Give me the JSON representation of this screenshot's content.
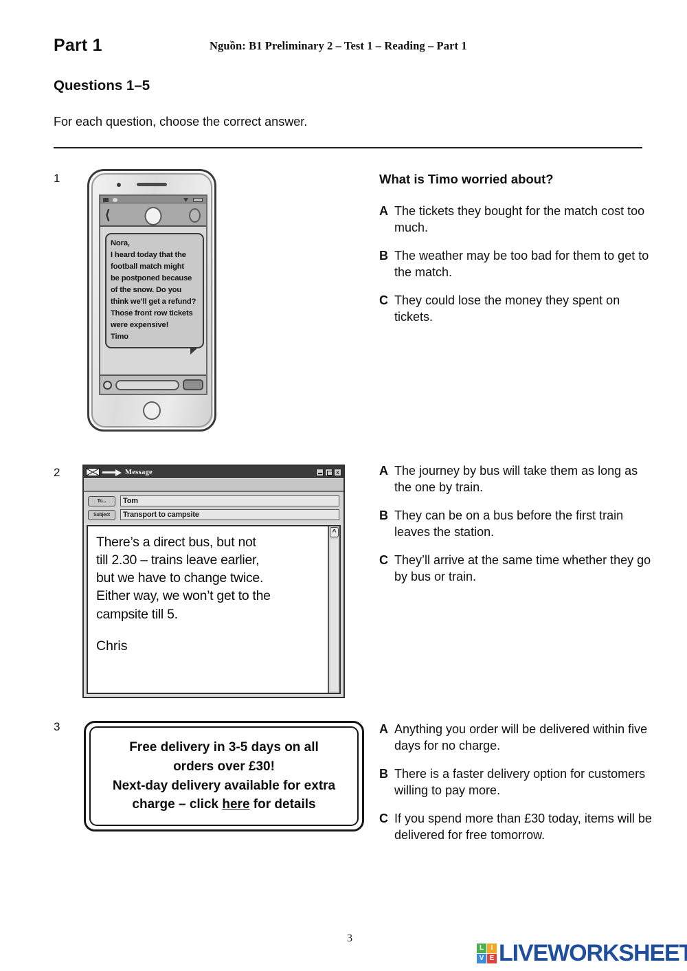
{
  "header": {
    "part_title": "Part 1",
    "source_line": "Nguồn: B1 Preliminary 2 – Test 1 – Reading – Part 1",
    "questions_heading": "Questions 1–5",
    "instruction": "For each question, choose the correct answer."
  },
  "questions": [
    {
      "number": "1",
      "stem": "What is Timo worried about?",
      "options": [
        {
          "letter": "A",
          "text": "The tickets they bought for the match cost too much."
        },
        {
          "letter": "B",
          "text": "The weather may be too bad for them to get to the match."
        },
        {
          "letter": "C",
          "text": "They could lose the money they spent on tickets."
        }
      ]
    },
    {
      "number": "2",
      "stem": "",
      "options": [
        {
          "letter": "A",
          "text": "The journey by bus will take them as long as the one by train."
        },
        {
          "letter": "B",
          "text": "They can be on a bus before the first train leaves the station."
        },
        {
          "letter": "C",
          "text": "They’ll arrive at the same time whether they go by bus or train."
        }
      ]
    },
    {
      "number": "3",
      "stem": "",
      "options": [
        {
          "letter": "A",
          "text": "Anything you order will be delivered within five days for no charge."
        },
        {
          "letter": "B",
          "text": "There is a faster delivery option for customers willing to pay more."
        },
        {
          "letter": "C",
          "text": "If you spend more than £30 today, items will be delivered for free tomorrow."
        }
      ]
    }
  ],
  "phone_message": {
    "lines": [
      "Nora,",
      "I heard today that the",
      "football match might",
      "be postponed because",
      "of the snow. Do you",
      "think we’ll get a refund?",
      "Those front row tickets",
      "were expensive!",
      "Timo"
    ],
    "icons": {
      "back": "back-chevron-icon",
      "avatar": "contact-avatar-icon",
      "attach": "attachment-icon",
      "send": "send-button",
      "home": "home-button",
      "signal": "signal-icon",
      "wifi": "wifi-icon",
      "battery": "battery-icon"
    }
  },
  "email": {
    "window_title": "Message",
    "to_label": "To...",
    "to_value": "Tom",
    "subject_label": "Subject",
    "subject_value": "Transport to campsite",
    "body_lines": [
      "There’s a direct bus, but not",
      "till 2.30 – trains leave earlier,",
      "but we have to change twice.",
      "Either way, we won’t get to the",
      "campsite till 5."
    ],
    "signature": "Chris",
    "minimize_label": "_",
    "maximize_label": "□",
    "close_label": "x",
    "scroll_up_label": "^"
  },
  "notice": {
    "lines": [
      "Free delivery in 3-5 days on all",
      "orders over £30!",
      "Next-day delivery available for extra"
    ],
    "last_line_prefix": "charge – click ",
    "last_line_link": "here",
    "last_line_suffix": " for details"
  },
  "footer": {
    "page_number": "3",
    "logo_tiles": [
      {
        "letter": "L",
        "color": "#4CAF50"
      },
      {
        "letter": "I",
        "color": "#F5A623"
      },
      {
        "letter": "V",
        "color": "#3E8BD8"
      },
      {
        "letter": "E",
        "color": "#E2413C"
      }
    ],
    "logo_word": "LIVEWORKSHEETS",
    "logo_word_color": "#1F4E9C"
  }
}
